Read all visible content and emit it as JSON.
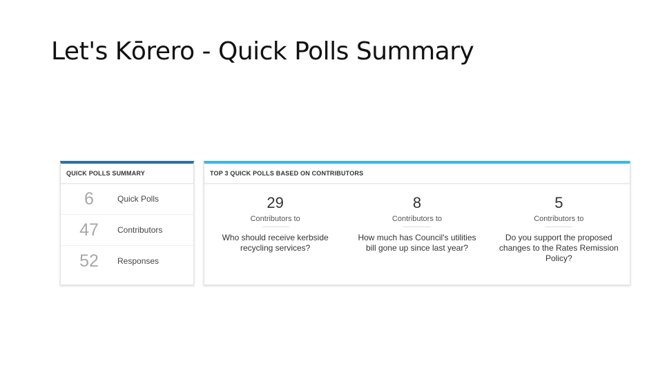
{
  "slide": {
    "title": "Let's Kōrero - Quick Polls Summary"
  },
  "summary_panel": {
    "header": "QUICK POLLS SUMMARY",
    "rows": [
      {
        "value": "6",
        "label": "Quick Polls"
      },
      {
        "value": "47",
        "label": "Contributors"
      },
      {
        "value": "52",
        "label": "Responses"
      }
    ]
  },
  "top_polls_panel": {
    "header": "TOP 3 QUICK POLLS BASED ON CONTRIBUTORS",
    "polls": [
      {
        "count": "29",
        "sub": "Contributors to",
        "question": "Who should receive kerbside recycling services?"
      },
      {
        "count": "8",
        "sub": "Contributors to",
        "question": "How much has Council's utilities bill gone up since last year?"
      },
      {
        "count": "5",
        "sub": "Contributors to",
        "question": "Do you support the proposed changes to the Rates Remission Policy?"
      }
    ]
  },
  "colors": {
    "left_accent": "#2f6f9f",
    "right_accent": "#3fb5e6"
  }
}
